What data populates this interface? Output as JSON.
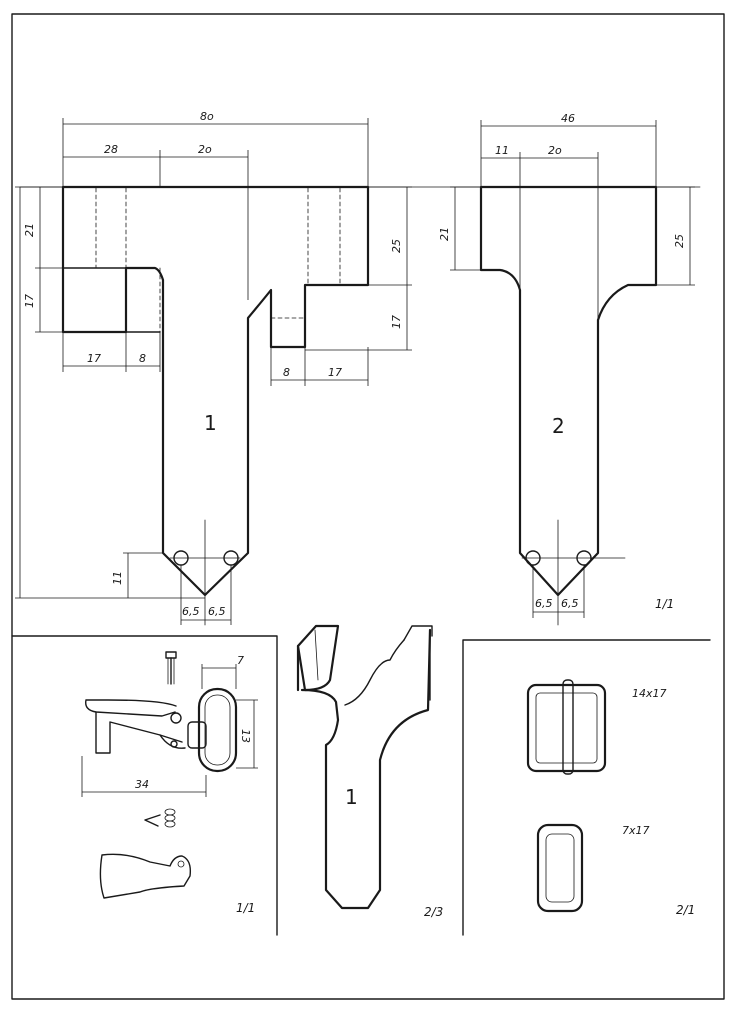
{
  "top_sheet": {
    "part1": {
      "number": "1",
      "dims": {
        "overall_width": "8o",
        "left_width": "28",
        "stem_width": "2o",
        "left_tab_height": "21",
        "left_flap_height": "17",
        "left_flap_width": "17",
        "left_fold_width": "8",
        "right_tab_height": "25",
        "right_flap_height": "17",
        "right_fold_width": "8",
        "right_flap_width": "17",
        "tip_height": "11",
        "hole_left_offset": "6,5",
        "hole_right_offset": "6,5"
      }
    },
    "part2": {
      "number": "2",
      "dims": {
        "overall_width": "46",
        "left_width": "11",
        "stem_width": "2o",
        "left_height": "21",
        "right_height": "25",
        "hole_left_offset": "6,5",
        "hole_right_offset": "6,5"
      }
    },
    "scale": "1/1"
  },
  "clip_panel": {
    "dims": {
      "ring_width": "7",
      "ring_height": "13",
      "overall_length": "34"
    },
    "scale": "1/1"
  },
  "folded_panel": {
    "number": "1",
    "scale": "2/3"
  },
  "buckle_panel": {
    "buckle_large_label": "14x17",
    "buckle_small_label": "7x17",
    "scale": "2/1"
  }
}
